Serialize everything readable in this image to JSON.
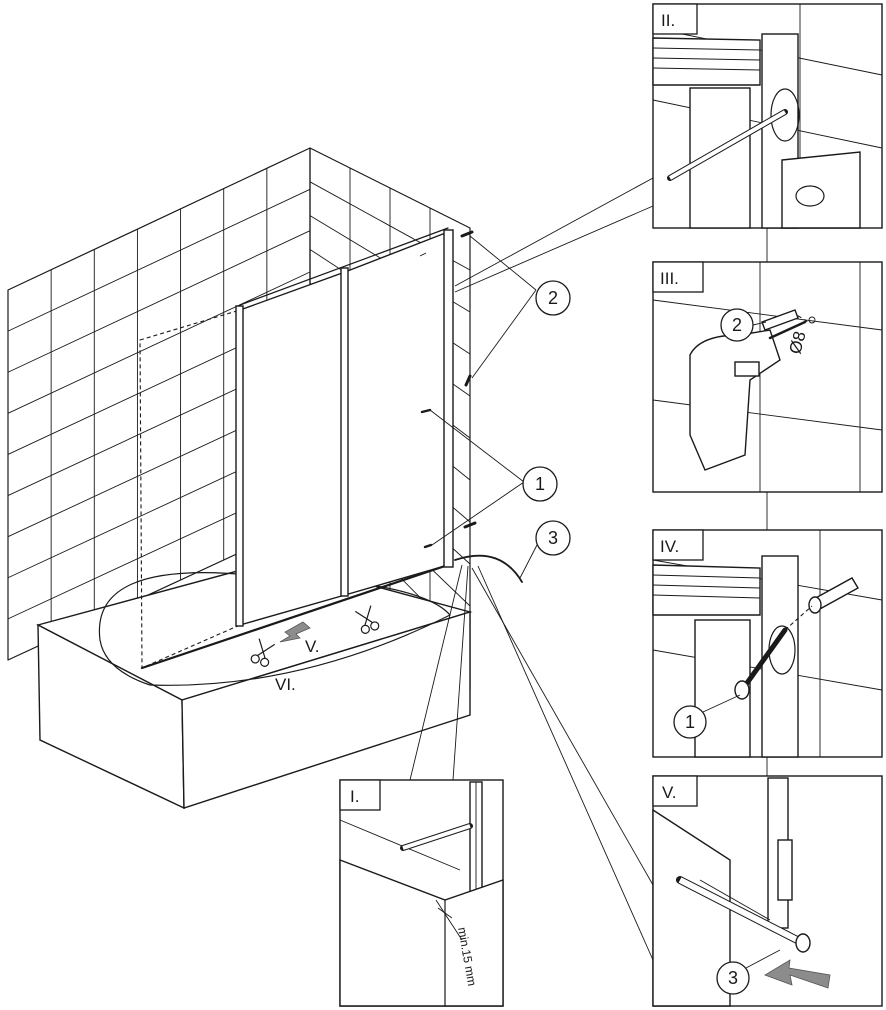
{
  "main_view": {
    "callouts": [
      "2",
      "1",
      "3"
    ],
    "labels": {
      "v": "V.",
      "vi": "VI."
    }
  },
  "details": {
    "ii": {
      "tag": "II."
    },
    "iii": {
      "tag": "III.",
      "callout": "2",
      "drill_size": "Ø8"
    },
    "iv": {
      "tag": "IV.",
      "callout": "1"
    },
    "i": {
      "tag": "I.",
      "dimension": "min.15 mm"
    },
    "v": {
      "tag": "V.",
      "callout": "3"
    }
  }
}
